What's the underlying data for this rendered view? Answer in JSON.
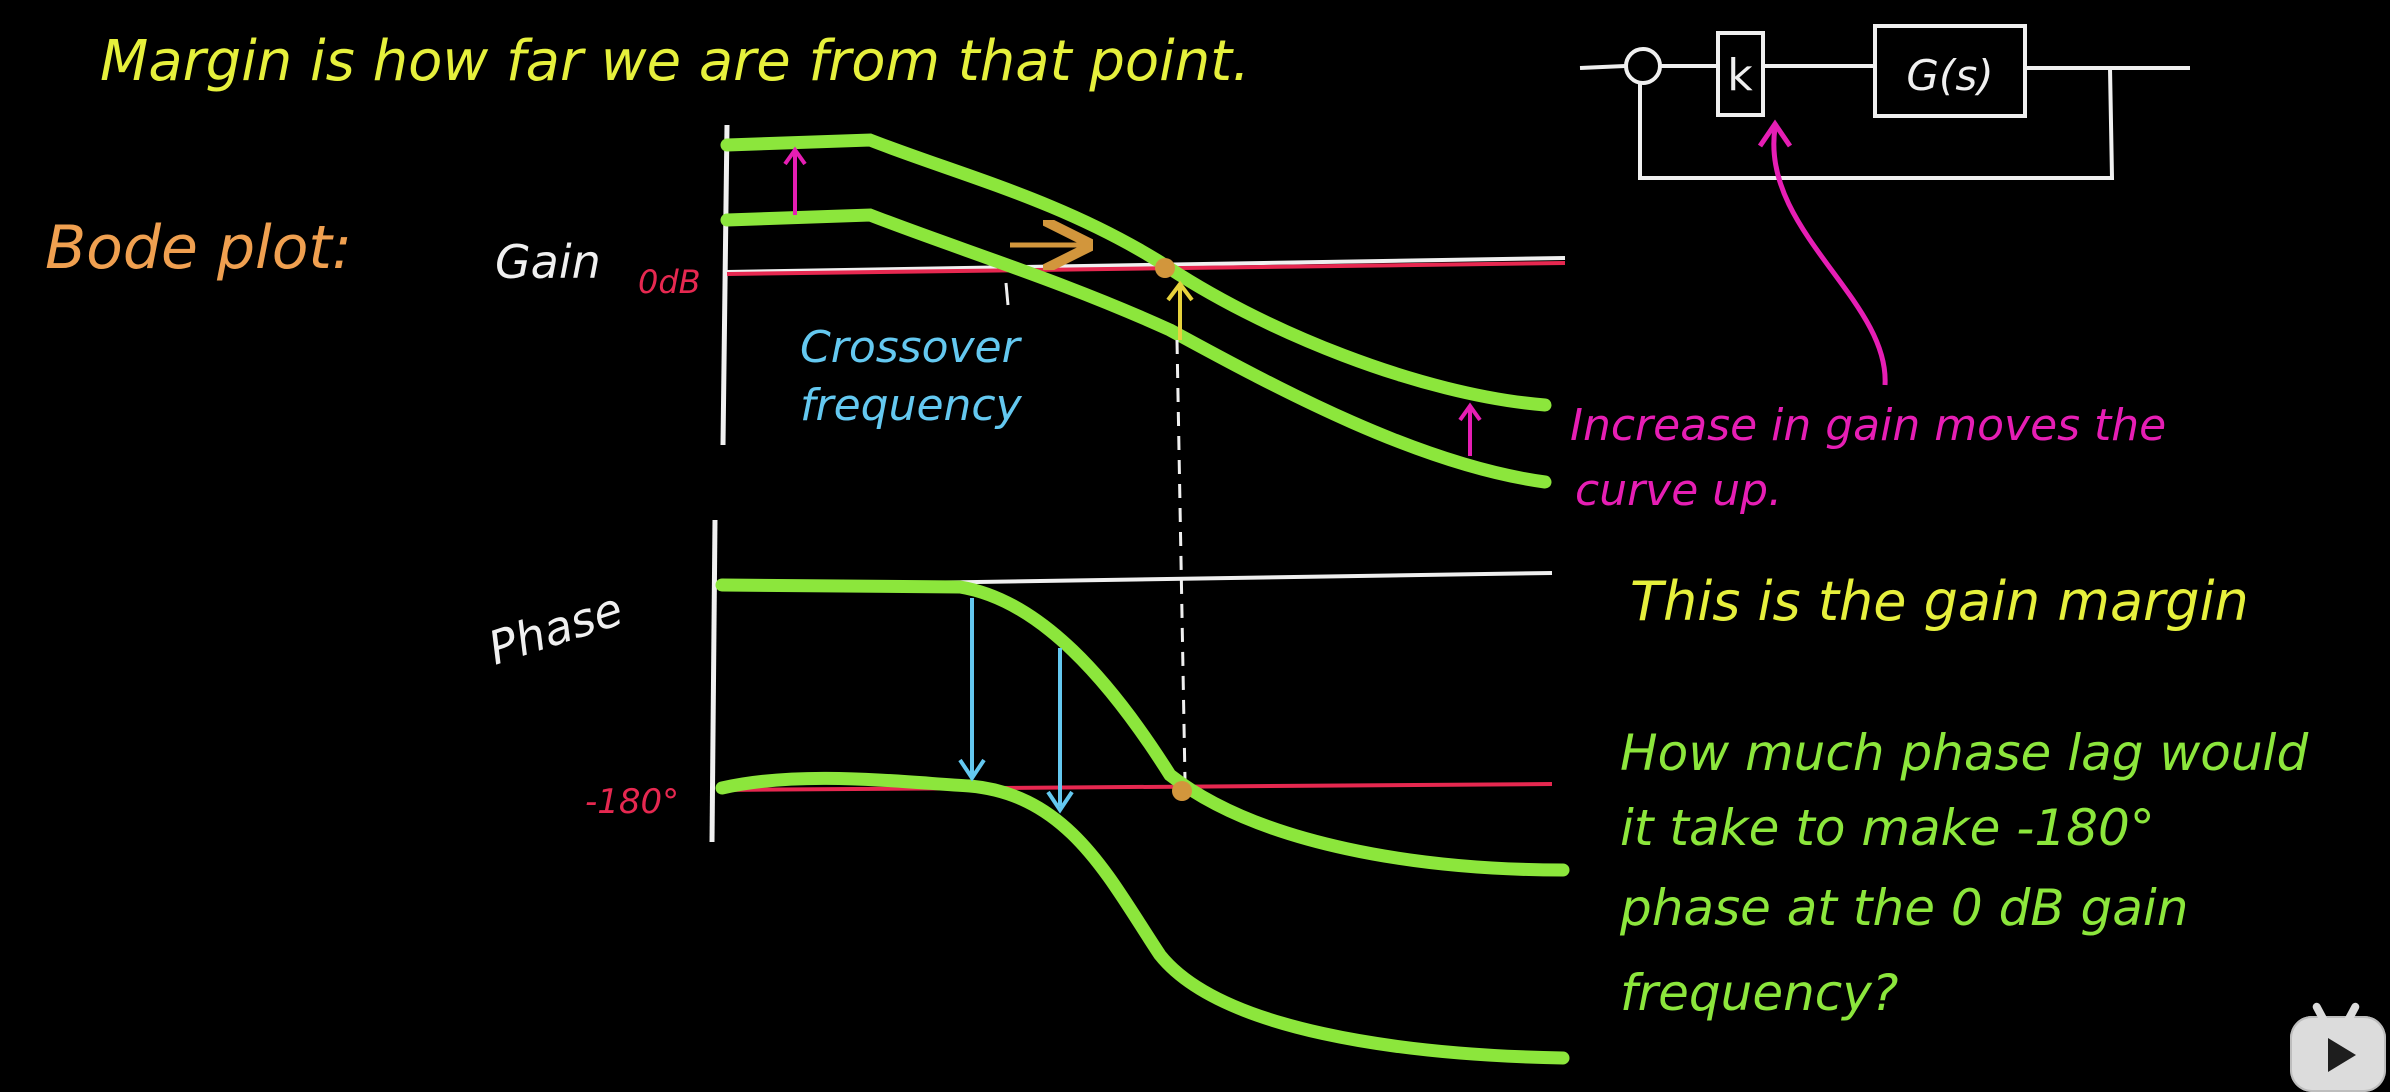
{
  "title": "Margin is how far we are from that point.",
  "bode_label": "Bode plot:",
  "gain_axis_label": "Gain",
  "phase_axis_label": "Phase",
  "zero_db_label": "0dB",
  "minus180_label": "-180°",
  "crossover_line1": "Crossover",
  "crossover_line2": "frequency",
  "block_k": "k",
  "block_g": "G(s)",
  "increase_note_line1": "Increase in gain moves the",
  "increase_note_line2": "curve up.",
  "gain_margin_note": "This is the gain margin",
  "phase_question_line1": "How much phase lag would",
  "phase_question_line2": "it take to make -180°",
  "phase_question_line3": "phase at the 0 dB gain",
  "phase_question_line4": "frequency?",
  "colors": {
    "background": "#000000",
    "title_yellow": "#e6f03c",
    "bode_orange": "#f0a050",
    "curve_green": "#8ce63c",
    "reference_red": "#e62850",
    "note_magenta": "#e61eb4",
    "annotation_cyan": "#64c8f0",
    "arrow_brown": "#d2963c",
    "chalk_white": "#f0f0f0"
  }
}
